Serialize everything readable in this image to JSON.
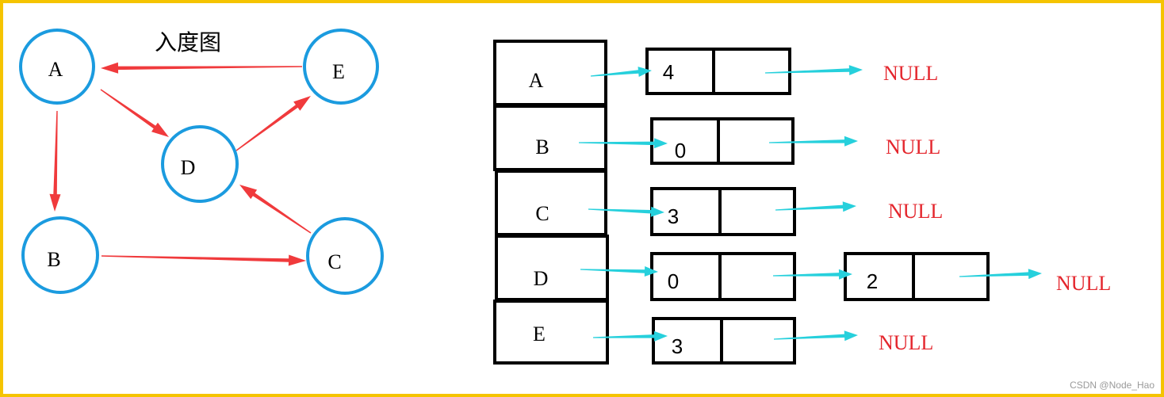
{
  "graph": {
    "title": "入度图",
    "nodes": [
      "A",
      "E",
      "D",
      "B",
      "C"
    ]
  },
  "adjacency": {
    "rows": [
      {
        "vertex": "A",
        "list": [
          {
            "value": 4
          }
        ],
        "terminator": "NULL"
      },
      {
        "vertex": "B",
        "list": [
          {
            "value": 0
          }
        ],
        "terminator": "NULL"
      },
      {
        "vertex": "C",
        "list": [
          {
            "value": 3
          }
        ],
        "terminator": "NULL"
      },
      {
        "vertex": "D",
        "list": [
          {
            "value": 0
          },
          {
            "value": 2
          }
        ],
        "terminator": "NULL"
      },
      {
        "vertex": "E",
        "list": [
          {
            "value": 3
          }
        ],
        "terminator": "NULL"
      }
    ]
  },
  "watermark": "CSDN @Node_Hao",
  "colors": {
    "border": "#F5C400",
    "node": "#1B9BDF",
    "edge": "#F03A3C",
    "pointer": "#26D0DC",
    "null": "#E4262D",
    "box": "#000000"
  }
}
